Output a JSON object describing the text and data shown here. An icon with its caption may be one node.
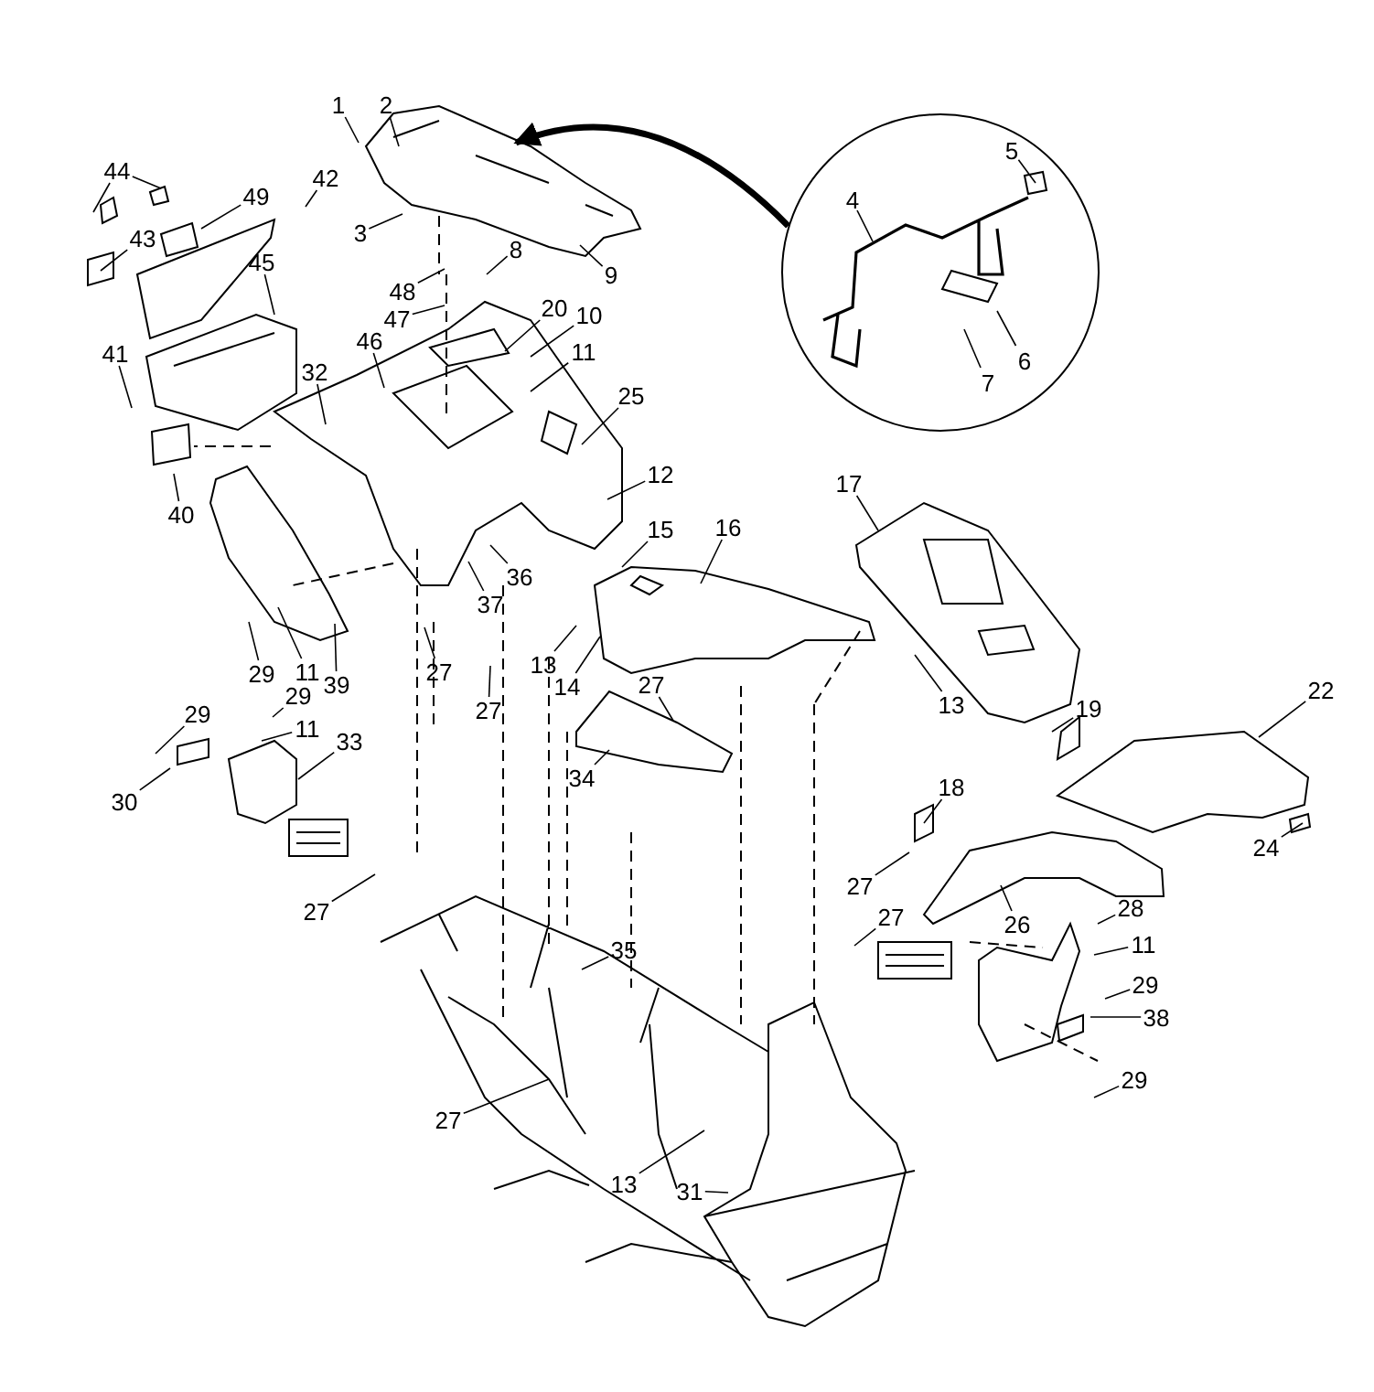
{
  "diagram": {
    "nodes": [
      {
        "text": [
          "1"
        ]
      },
      {
        "text": [
          "2"
        ]
      },
      {
        "text": [
          "44"
        ]
      },
      {
        "text": [
          "49"
        ]
      },
      {
        "text": [
          "42"
        ]
      },
      {
        "text": [],
        "shape": "circle"
      },
      {
        "text": [
          "5"
        ],
        "in": 5
      },
      {
        "text": [
          "4"
        ],
        "in": 5
      },
      {
        "text": [
          "3"
        ]
      },
      {
        "text": [
          "43"
        ]
      },
      {
        "text": [
          "8"
        ]
      },
      {
        "text": [
          "45"
        ]
      },
      {
        "text": [
          "9"
        ]
      },
      {
        "text": [
          "48"
        ]
      },
      {
        "text": [
          "20"
        ]
      },
      {
        "text": [
          "10"
        ]
      },
      {
        "text": [
          "47"
        ]
      },
      {
        "text": [
          "46"
        ]
      },
      {
        "text": [
          "11"
        ]
      },
      {
        "text": [
          "41"
        ]
      },
      {
        "text": [
          "6"
        ],
        "in": 5
      },
      {
        "text": [
          "32"
        ]
      },
      {
        "text": [
          "7"
        ],
        "in": 5
      },
      {
        "text": [
          "25"
        ]
      },
      {
        "text": [
          "12"
        ]
      },
      {
        "text": [
          "17"
        ]
      },
      {
        "text": [
          "40"
        ]
      },
      {
        "text": [
          "15"
        ]
      },
      {
        "text": [
          "16"
        ]
      },
      {
        "text": [
          "36"
        ]
      },
      {
        "text": [
          "37"
        ]
      },
      {
        "text": [
          "13"
        ]
      },
      {
        "text": [
          "29"
        ]
      },
      {
        "text": [
          "11"
        ]
      },
      {
        "text": [
          "27"
        ]
      },
      {
        "text": [
          "27"
        ]
      },
      {
        "text": [
          "39"
        ]
      },
      {
        "text": [
          "14"
        ]
      },
      {
        "text": [
          "22"
        ]
      },
      {
        "text": [
          "29"
        ]
      },
      {
        "text": [
          "13"
        ]
      },
      {
        "text": [
          "19"
        ]
      },
      {
        "text": [
          "27"
        ]
      },
      {
        "text": [
          "29"
        ]
      },
      {
        "text": [
          "11"
        ]
      },
      {
        "text": [
          "33"
        ]
      },
      {
        "text": [
          "34"
        ]
      },
      {
        "text": [
          "18"
        ]
      },
      {
        "text": [
          "30"
        ]
      },
      {
        "text": [
          "24"
        ]
      },
      {
        "text": [
          "27"
        ]
      },
      {
        "text": [
          "27"
        ]
      },
      {
        "text": [
          "27"
        ]
      },
      {
        "text": [
          "26"
        ]
      },
      {
        "text": [
          "28"
        ]
      },
      {
        "text": [
          "11"
        ]
      },
      {
        "text": [
          "35"
        ]
      },
      {
        "text": [
          "29"
        ]
      },
      {
        "text": [
          "38"
        ]
      },
      {
        "text": [
          "29"
        ]
      },
      {
        "text": [
          "27"
        ]
      },
      {
        "text": [
          "13"
        ]
      },
      {
        "text": [
          "31"
        ]
      }
    ],
    "edges": [
      {
        "from": 0,
        "to": null,
        "arrow": "none"
      },
      {
        "from": 1,
        "to": null,
        "arrow": "none"
      },
      {
        "from": 2,
        "to": null,
        "arrow": "none"
      },
      {
        "from": 2,
        "to": null,
        "arrow": "none"
      },
      {
        "from": 3,
        "to": null,
        "arrow": "none"
      },
      {
        "from": 4,
        "to": null,
        "arrow": "none"
      },
      {
        "from": 6,
        "to": null,
        "arrow": "none"
      },
      {
        "from": 7,
        "to": null,
        "arrow": "none"
      },
      {
        "from": 8,
        "to": null,
        "arrow": "none"
      },
      {
        "from": 9,
        "to": null,
        "arrow": "none"
      },
      {
        "from": 10,
        "to": null,
        "arrow": "none"
      },
      {
        "from": 11,
        "to": null,
        "arrow": "none"
      },
      {
        "from": 12,
        "to": null,
        "arrow": "none"
      },
      {
        "from": 13,
        "to": null,
        "arrow": "none"
      },
      {
        "from": 14,
        "to": null,
        "arrow": "none"
      },
      {
        "from": 15,
        "to": null,
        "arrow": "none"
      },
      {
        "from": 16,
        "to": null,
        "arrow": "none"
      },
      {
        "from": 17,
        "to": null,
        "arrow": "none"
      },
      {
        "from": 18,
        "to": null,
        "arrow": "none"
      },
      {
        "from": 19,
        "to": null,
        "arrow": "none"
      },
      {
        "from": 20,
        "to": null,
        "arrow": "none"
      },
      {
        "from": 21,
        "to": null,
        "arrow": "none"
      },
      {
        "from": 22,
        "to": null,
        "arrow": "none"
      },
      {
        "from": 23,
        "to": null,
        "arrow": "none"
      },
      {
        "from": 24,
        "to": null,
        "arrow": "none"
      },
      {
        "from": 25,
        "to": null,
        "arrow": "none"
      },
      {
        "from": 26,
        "to": null,
        "arrow": "none"
      },
      {
        "from": 27,
        "to": null,
        "arrow": "none"
      },
      {
        "from": 28,
        "to": null,
        "arrow": "none"
      },
      {
        "from": 29,
        "to": null,
        "arrow": "none"
      },
      {
        "from": 30,
        "to": null,
        "arrow": "none"
      },
      {
        "from": 31,
        "to": null,
        "arrow": "none"
      },
      {
        "from": 32,
        "to": null,
        "arrow": "none"
      },
      {
        "from": 33,
        "to": null,
        "arrow": "none"
      },
      {
        "from": 34,
        "to": null,
        "arrow": "none"
      },
      {
        "from": 35,
        "to": null,
        "arrow": "none"
      },
      {
        "from": 36,
        "to": null,
        "arrow": "none"
      },
      {
        "from": 37,
        "to": null,
        "arrow": "none"
      },
      {
        "from": 38,
        "to": null,
        "arrow": "none"
      },
      {
        "from": 39,
        "to": null,
        "arrow": "none"
      },
      {
        "from": 40,
        "to": null,
        "arrow": "none"
      },
      {
        "from": 41,
        "to": null,
        "arrow": "none"
      },
      {
        "from": 42,
        "to": null,
        "arrow": "none"
      },
      {
        "from": 43,
        "to": null,
        "arrow": "none"
      },
      {
        "from": 44,
        "to": null,
        "arrow": "none"
      },
      {
        "from": 45,
        "to": null,
        "arrow": "none"
      },
      {
        "from": 46,
        "to": null,
        "arrow": "none"
      },
      {
        "from": 47,
        "to": null,
        "arrow": "none"
      },
      {
        "from": 48,
        "to": null,
        "arrow": "none"
      },
      {
        "from": 49,
        "to": null,
        "arrow": "none"
      },
      {
        "from": 50,
        "to": null,
        "arrow": "none"
      },
      {
        "from": 51,
        "to": null,
        "arrow": "none"
      },
      {
        "from": 52,
        "to": null,
        "arrow": "none"
      },
      {
        "from": 53,
        "to": null,
        "arrow": "none"
      },
      {
        "from": 54,
        "to": null,
        "arrow": "none"
      },
      {
        "from": 55,
        "to": null,
        "arrow": "none"
      },
      {
        "from": 56,
        "to": null,
        "arrow": "none"
      },
      {
        "from": 57,
        "to": null,
        "arrow": "none"
      },
      {
        "from": 58,
        "to": null,
        "arrow": "none"
      },
      {
        "from": 59,
        "to": null,
        "arrow": "none"
      },
      {
        "from": 60,
        "to": null,
        "arrow": "none"
      },
      {
        "from": 61,
        "to": null,
        "arrow": "none"
      },
      {
        "from": 62,
        "to": null,
        "arrow": "none"
      },
      {
        "from": 5,
        "to": null,
        "arrow": "to",
        "style": "thick"
      }
    ]
  }
}
